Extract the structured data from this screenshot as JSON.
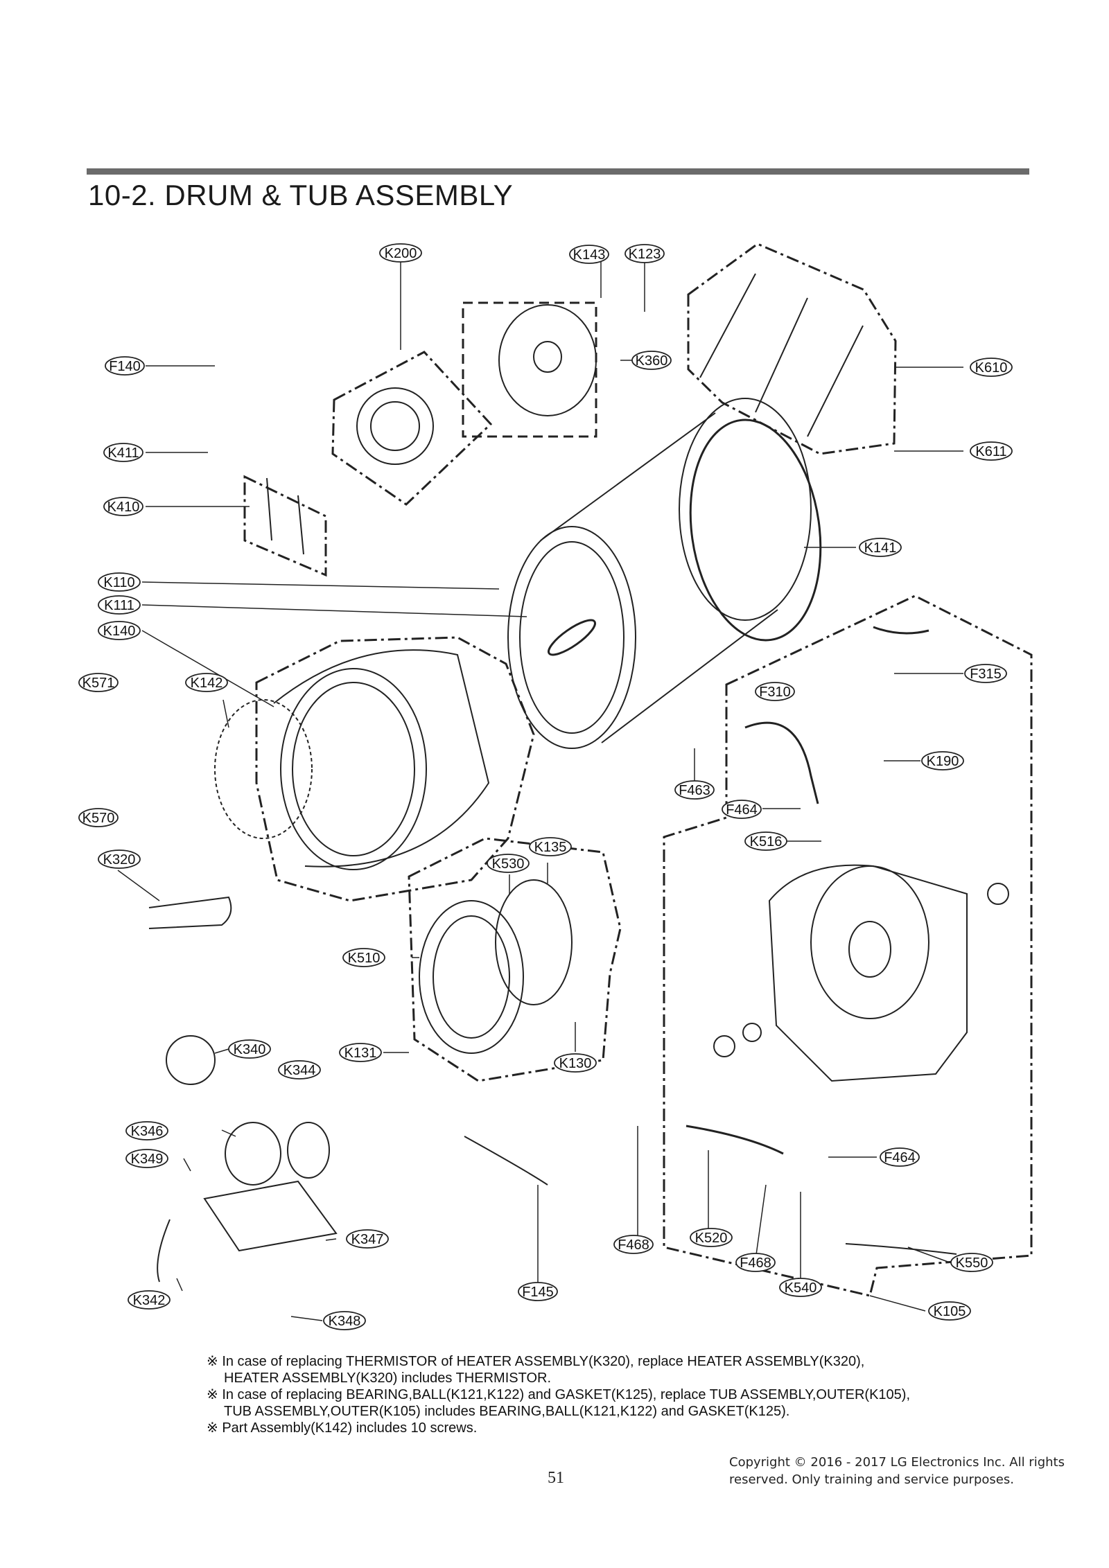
{
  "section_title": "10-2.  DRUM & TUB ASSEMBLY",
  "part_labels": [
    "K200",
    "K143",
    "K123",
    "K360",
    "K610",
    "K611",
    "F140",
    "K411",
    "K410",
    "K141",
    "K110",
    "K111",
    "K140",
    "F315",
    "K571",
    "K142",
    "F310",
    "K190",
    "F463",
    "K570",
    "F464",
    "K516",
    "K320",
    "K135",
    "K530",
    "K510",
    "K131",
    "K130",
    "K340",
    "K344",
    "K346",
    "K349",
    "F464",
    "K347",
    "F468",
    "K520",
    "F468",
    "K550",
    "K540",
    "K342",
    "F145",
    "K105",
    "K348"
  ],
  "notes": [
    "※  In case of replacing THERMISTOR of HEATER ASSEMBLY(K320), replace HEATER ASSEMBLY(K320),",
    "HEATER ASSEMBLY(K320) includes THERMISTOR.",
    "※  In case of replacing BEARING,BALL(K121,K122) and GASKET(K125), replace TUB ASSEMBLY,OUTER(K105),",
    "TUB ASSEMBLY,OUTER(K105) includes BEARING,BALL(K121,K122) and GASKET(K125).",
    "※  Part Assembly(K142) includes 10 screws."
  ],
  "page_number": "51",
  "copyright": [
    "Copyright © 2016 - 2017 LG Electronics Inc. All rights",
    "reserved. Only training and service purposes."
  ],
  "colors": {
    "rule": "#6b6b6b",
    "line_art": "#222222"
  }
}
